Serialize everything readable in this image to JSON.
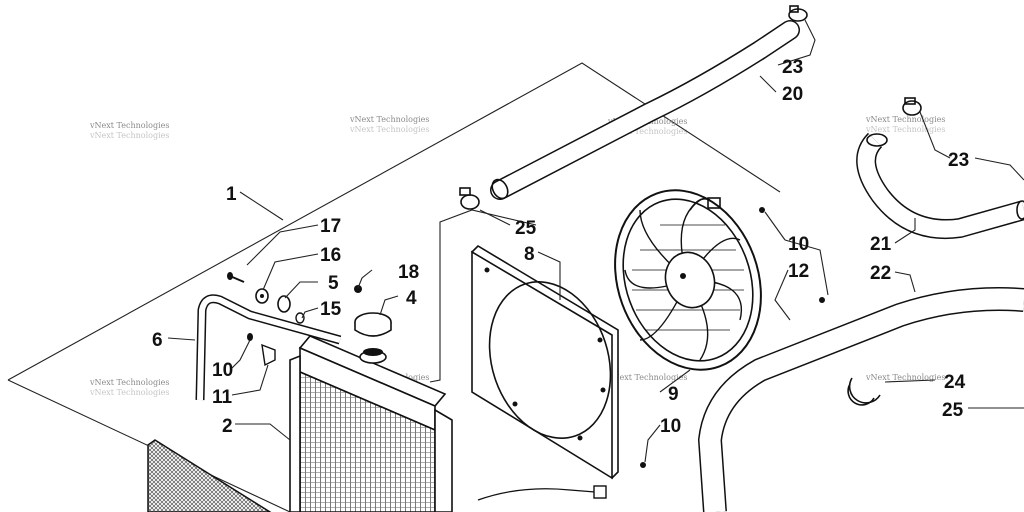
{
  "callouts": {
    "c1": "1",
    "c2": "2",
    "c4": "4",
    "c5": "5",
    "c6": "6",
    "c8": "8",
    "c9": "9",
    "c10a": "10",
    "c10b": "10",
    "c10c": "10",
    "c11": "11",
    "c12": "12",
    "c15": "15",
    "c16": "16",
    "c17": "17",
    "c18": "18",
    "c20": "20",
    "c21": "21",
    "c22": "22",
    "c23a": "23",
    "c23b": "23",
    "c24": "24",
    "c25a": "25",
    "c25b": "25"
  },
  "watermark": "vNext Technologies"
}
